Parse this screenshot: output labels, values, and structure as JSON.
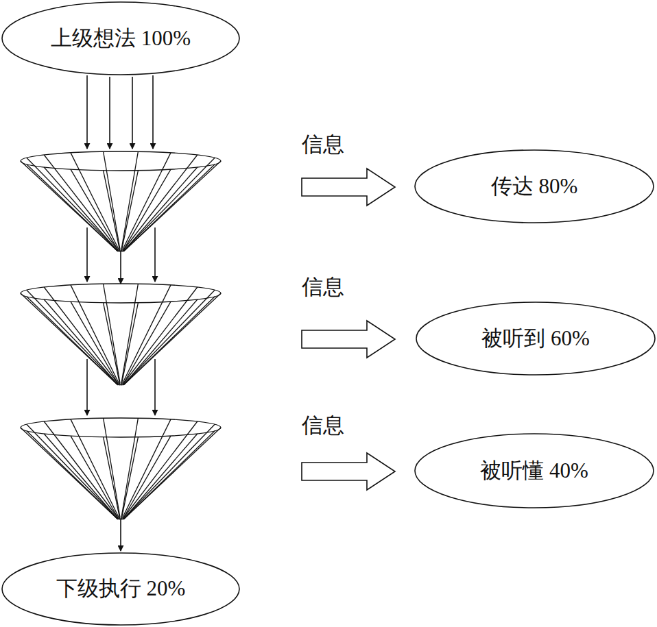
{
  "diagram": {
    "nodes": [
      {
        "text": [
          "上级想法 100%"
        ]
      },
      {
        "text": [
          "传达 80%"
        ]
      },
      {
        "text": [
          "被听到 60%"
        ]
      },
      {
        "text": [
          "被听懂 40%"
        ]
      },
      {
        "text": [
          "下级执行 20%"
        ]
      }
    ],
    "labels": [
      "信息",
      "信息",
      "信息"
    ]
  }
}
